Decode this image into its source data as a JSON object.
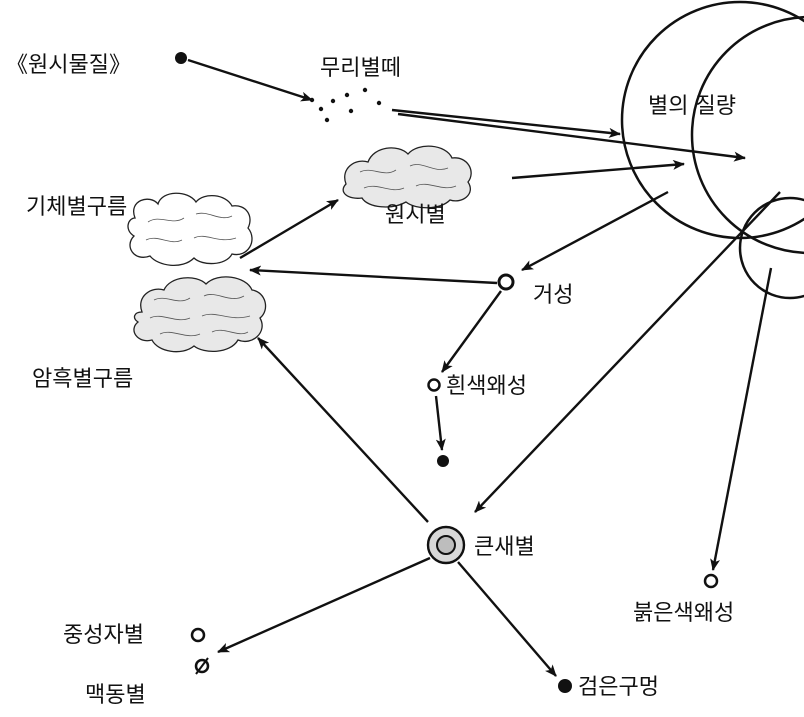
{
  "labels": {
    "primordial_matter": "《원시물질》",
    "star_cluster": "무리별떼",
    "stellar_mass": "별의 질량",
    "gas_cloud": "기체별구름",
    "protostar": "원시별",
    "dark_cloud": "암흑별구름",
    "giant": "거성",
    "white_dwarf": "흰색왜성",
    "supergiant": "큰새별",
    "neutron_star": "중성자별",
    "pulsar": "맥동별",
    "black_hole": "검은구멍",
    "red_dwarf": "붉은색왜성"
  }
}
